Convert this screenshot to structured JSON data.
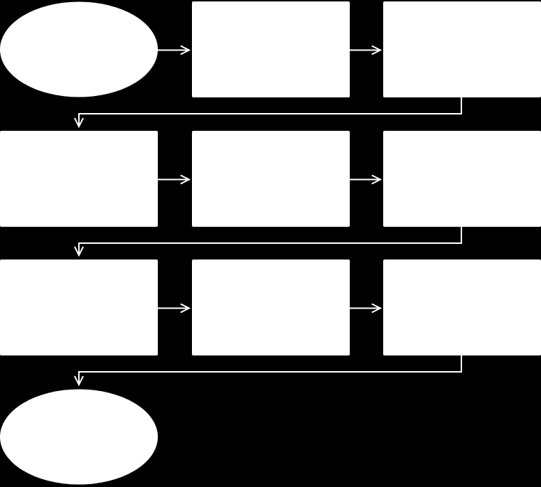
{
  "diagram": {
    "type": "flowchart",
    "background_color": "#000000",
    "node_color": "#ffffff",
    "connector_color": "#ffffff",
    "nodes": [
      {
        "id": "start",
        "shape": "ellipse",
        "label": ""
      },
      {
        "id": "step-1",
        "shape": "rect",
        "label": ""
      },
      {
        "id": "step-2",
        "shape": "rect",
        "label": ""
      },
      {
        "id": "step-3",
        "shape": "rect",
        "label": ""
      },
      {
        "id": "step-4",
        "shape": "rect",
        "label": ""
      },
      {
        "id": "step-5",
        "shape": "rect",
        "label": ""
      },
      {
        "id": "step-6",
        "shape": "rect",
        "label": ""
      },
      {
        "id": "step-7",
        "shape": "rect",
        "label": ""
      },
      {
        "id": "step-8",
        "shape": "rect",
        "label": ""
      },
      {
        "id": "end",
        "shape": "ellipse",
        "label": ""
      }
    ],
    "edges": [
      {
        "from": "start",
        "to": "step-1"
      },
      {
        "from": "step-1",
        "to": "step-2"
      },
      {
        "from": "step-2",
        "to": "step-3"
      },
      {
        "from": "step-3",
        "to": "step-4"
      },
      {
        "from": "step-4",
        "to": "step-5"
      },
      {
        "from": "step-5",
        "to": "step-6"
      },
      {
        "from": "step-6",
        "to": "step-7"
      },
      {
        "from": "step-7",
        "to": "step-8"
      },
      {
        "from": "step-8",
        "to": "end"
      }
    ]
  }
}
